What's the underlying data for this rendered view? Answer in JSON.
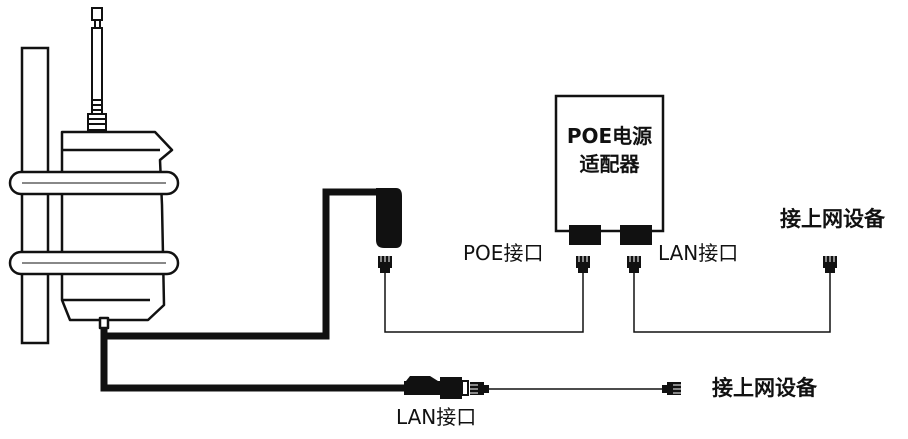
{
  "adapter": {
    "title_line1": "POE电源",
    "title_line2": "适配器"
  },
  "labels": {
    "poe_port": "POE接口",
    "lan_port_adapter": "LAN接口",
    "connect_device_top": "接上网设备",
    "lan_port_bottom": "LAN接口",
    "connect_device_bottom": "接上网设备"
  },
  "colors": {
    "line": "#111111",
    "background": "#ffffff"
  }
}
